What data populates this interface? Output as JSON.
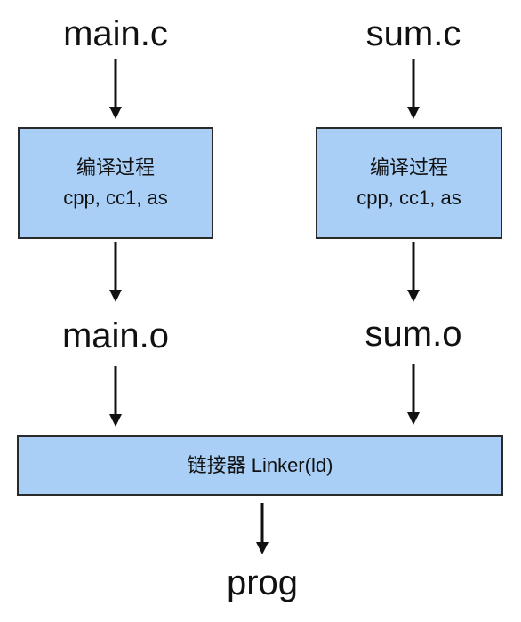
{
  "left": {
    "input": "main.c",
    "process_title": "编译过程",
    "process_tools": "cpp, cc1, as",
    "output": "main.o"
  },
  "right": {
    "input": "sum.c",
    "process_title": "编译过程",
    "process_tools": "cpp, cc1, as",
    "output": "sum.o"
  },
  "linker": {
    "label": "链接器 Linker(ld)"
  },
  "result": {
    "label": "prog"
  }
}
